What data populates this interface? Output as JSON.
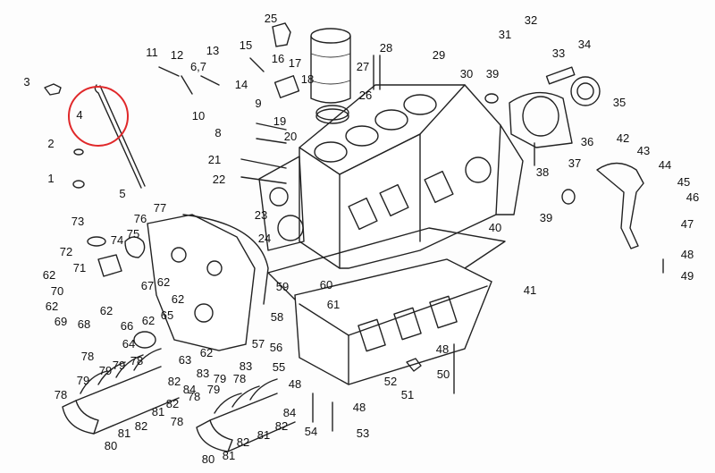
{
  "diagram": {
    "title": "Engine cylinder block exploded view",
    "highlight_color": "#e0282a",
    "highlighted_part": "4",
    "callouts": [
      "3",
      "4",
      "2",
      "1",
      "5",
      "11",
      "12",
      "13",
      "6,7",
      "14",
      "10",
      "8",
      "9",
      "15",
      "16",
      "25",
      "17",
      "18",
      "27",
      "28",
      "26",
      "29",
      "30",
      "39",
      "31",
      "32",
      "33",
      "34",
      "35",
      "36",
      "37",
      "38",
      "42",
      "43",
      "44",
      "45",
      "46",
      "39",
      "40",
      "47",
      "48",
      "49",
      "19",
      "20",
      "21",
      "22",
      "23",
      "24",
      "73",
      "72",
      "71",
      "76",
      "74",
      "75",
      "77",
      "62",
      "70",
      "62",
      "69",
      "62",
      "68",
      "62",
      "62",
      "67",
      "66",
      "65",
      "62",
      "64",
      "62",
      "63",
      "83",
      "82",
      "84",
      "78",
      "79",
      "78",
      "79",
      "78",
      "79",
      "80",
      "81",
      "82",
      "81",
      "78",
      "82",
      "78",
      "79",
      "78",
      "79",
      "83",
      "55",
      "57",
      "56",
      "58",
      "59",
      "60",
      "61",
      "41",
      "48",
      "50",
      "52",
      "51",
      "48",
      "54",
      "48",
      "53",
      "84",
      "82",
      "81",
      "82",
      "81",
      "80"
    ]
  }
}
